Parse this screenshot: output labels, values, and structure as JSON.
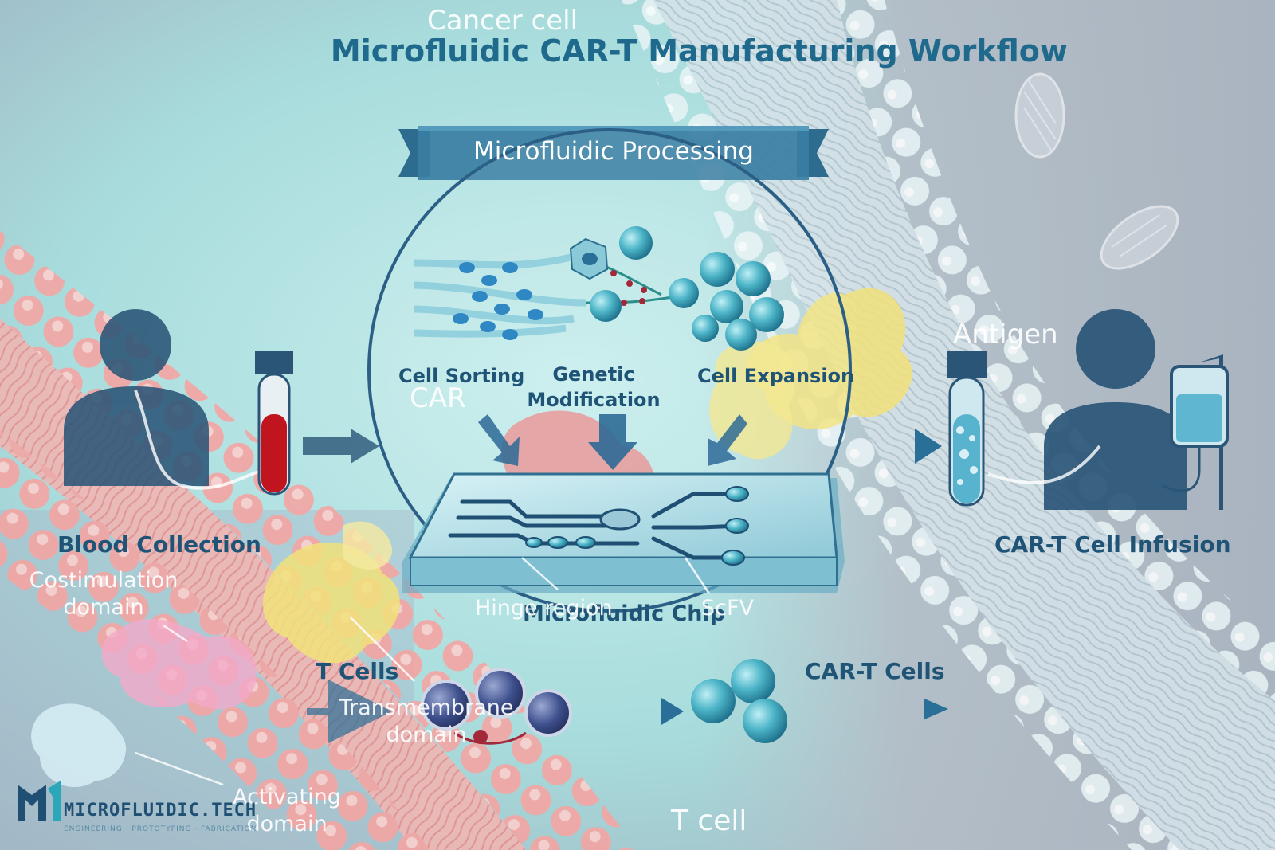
{
  "title": "Microfluidic CAR-T Manufacturing Workflow",
  "banner": "Microfluidic Processing",
  "steps": {
    "blood_collection": "Blood Collection",
    "cell_sorting": "Cell Sorting",
    "genetic_modification_line1": "Genetic",
    "genetic_modification_line2": "Modification",
    "cell_expansion": "Cell Expansion",
    "car_t_infusion": "CAR-T Cell Infusion",
    "microfluidic_chip": "Microfluidic Chip",
    "t_cells": "T Cells",
    "car_t_cells": "CAR-T Cells"
  },
  "overlay_labels": {
    "cancer_cell": "Cancer cell",
    "antigen": "Antigen",
    "car": "CAR",
    "costimulation_line1": "Costimulation",
    "costimulation_line2": "domain",
    "hinge_region": "Hinge region",
    "scfv": "ScFV",
    "transmembrane_line1": "Transmembrane",
    "transmembrane_line2": "domain",
    "activating_line1": "Activating",
    "activating_line2": "domain",
    "t_cell": "T cell"
  },
  "brand": {
    "name_dark": "MICRO",
    "name_accent": "FLUIDIC.TECH",
    "tagline": "ENGINEERING · PROTOTYPING · FABRICATION"
  },
  "colors": {
    "title": "#1f6a8c",
    "dark_blue": "#1f5477",
    "membrane_pink": "#f3a0a0",
    "membrane_white": "#e8f2f4",
    "accent_yellow": "#f1e27a",
    "cell_teal": "#3aa6bc",
    "blood_red": "#c0141e"
  },
  "icons": [
    "patient-icon",
    "blood-tube-icon",
    "iv-bag-icon",
    "arrow-right-icon",
    "microfluidic-chip-icon",
    "cell-icon"
  ]
}
